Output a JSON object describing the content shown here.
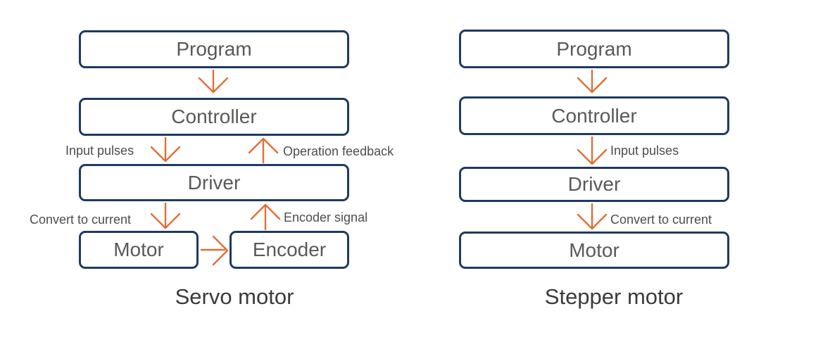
{
  "diagrams": [
    {
      "title": "Servo motor",
      "boxes": {
        "program": "Program",
        "controller": "Controller",
        "driver": "Driver",
        "motor": "Motor",
        "encoder": "Encoder"
      },
      "flow_labels": {
        "input_pulses": "Input pulses",
        "operation_feedback": "Operation feedback",
        "convert_to_current": "Convert to current",
        "encoder_signal": "Encoder signal"
      }
    },
    {
      "title": "Stepper motor",
      "boxes": {
        "program": "Program",
        "controller": "Controller",
        "driver": "Driver",
        "motor": "Motor"
      },
      "flow_labels": {
        "input_pulses": "Input pulses",
        "convert_to_current": "Convert to current"
      }
    }
  ],
  "colors": {
    "box_border": "#1f3a60",
    "arrow": "#e06f35",
    "box_text": "#595959",
    "flow_label_text": "#4d4d4d",
    "title_text": "#3b3b3b",
    "background": "#ffffff"
  }
}
